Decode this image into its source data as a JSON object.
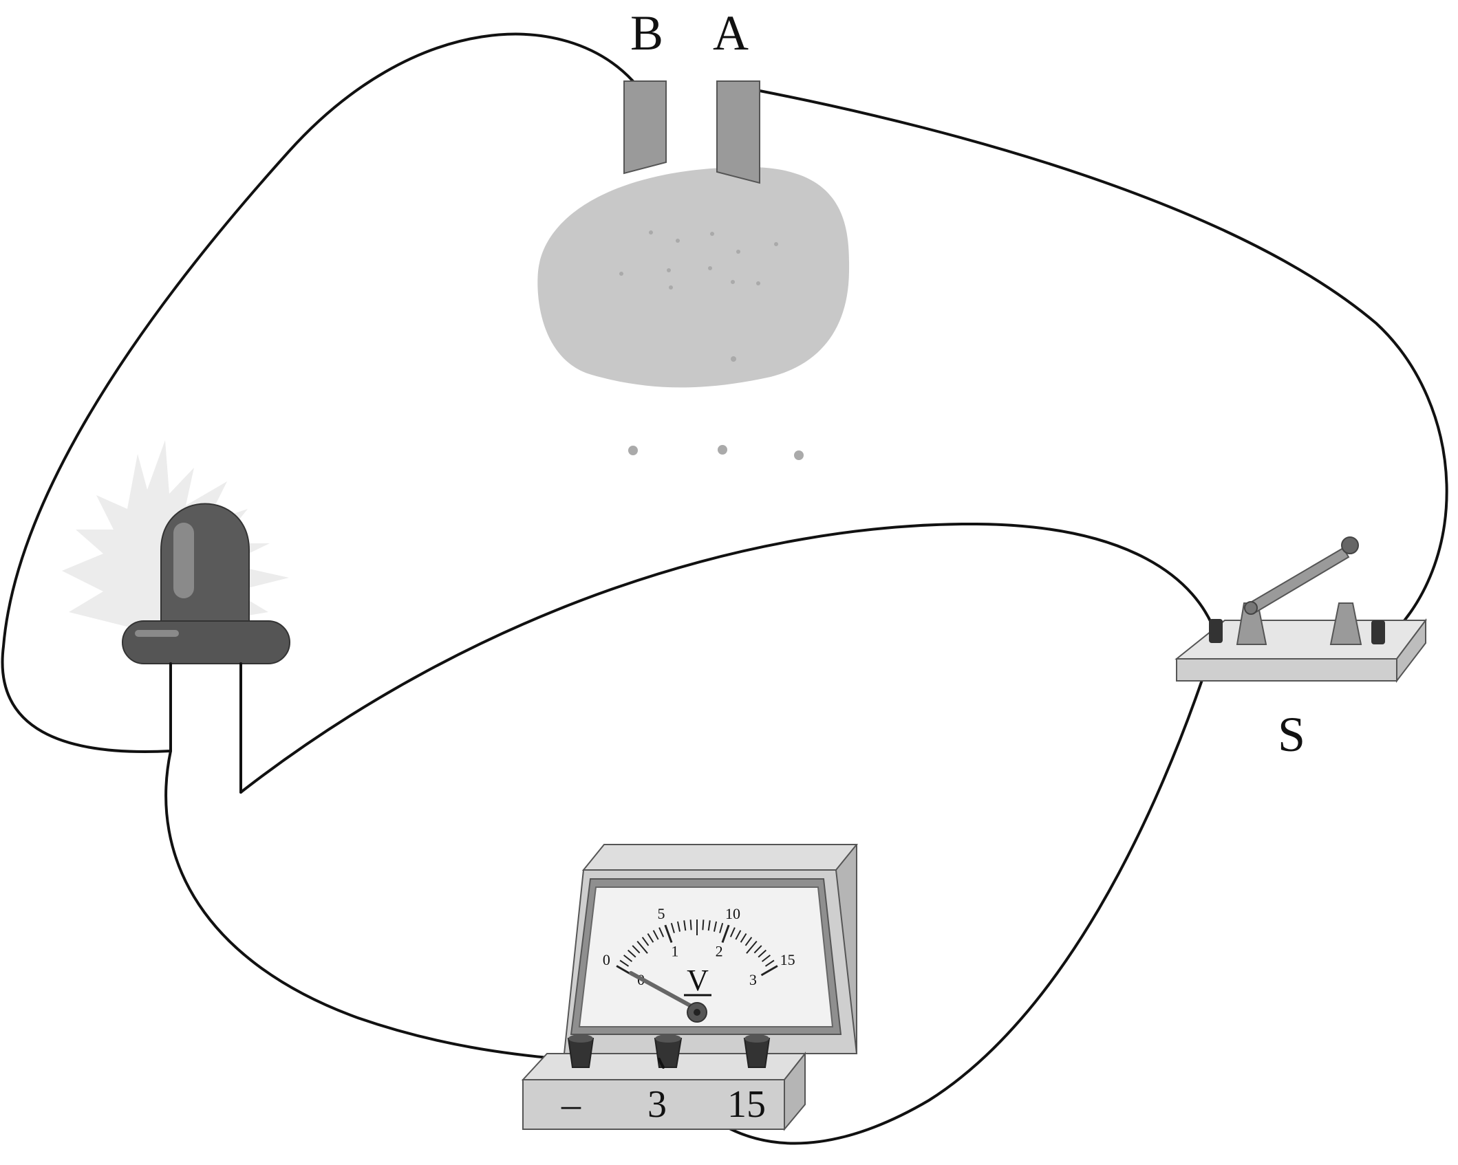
{
  "labels": {
    "electrode_b": "B",
    "electrode_a": "A",
    "switch": "S"
  },
  "voltmeter": {
    "symbol": "V",
    "terminals": {
      "negative": "–",
      "low": "3",
      "high": "15"
    },
    "upper_scale": [
      "0",
      "5",
      "10",
      "15"
    ],
    "lower_scale": [
      "0",
      "1",
      "2",
      "3"
    ]
  },
  "colors": {
    "wire": "#111111",
    "fruit": "#c8c8c8",
    "electrode": "#9a9a9a",
    "led": "#5a5a5a",
    "meter_body": "#cfcfcf",
    "switch_base": "#dcdcdc"
  }
}
